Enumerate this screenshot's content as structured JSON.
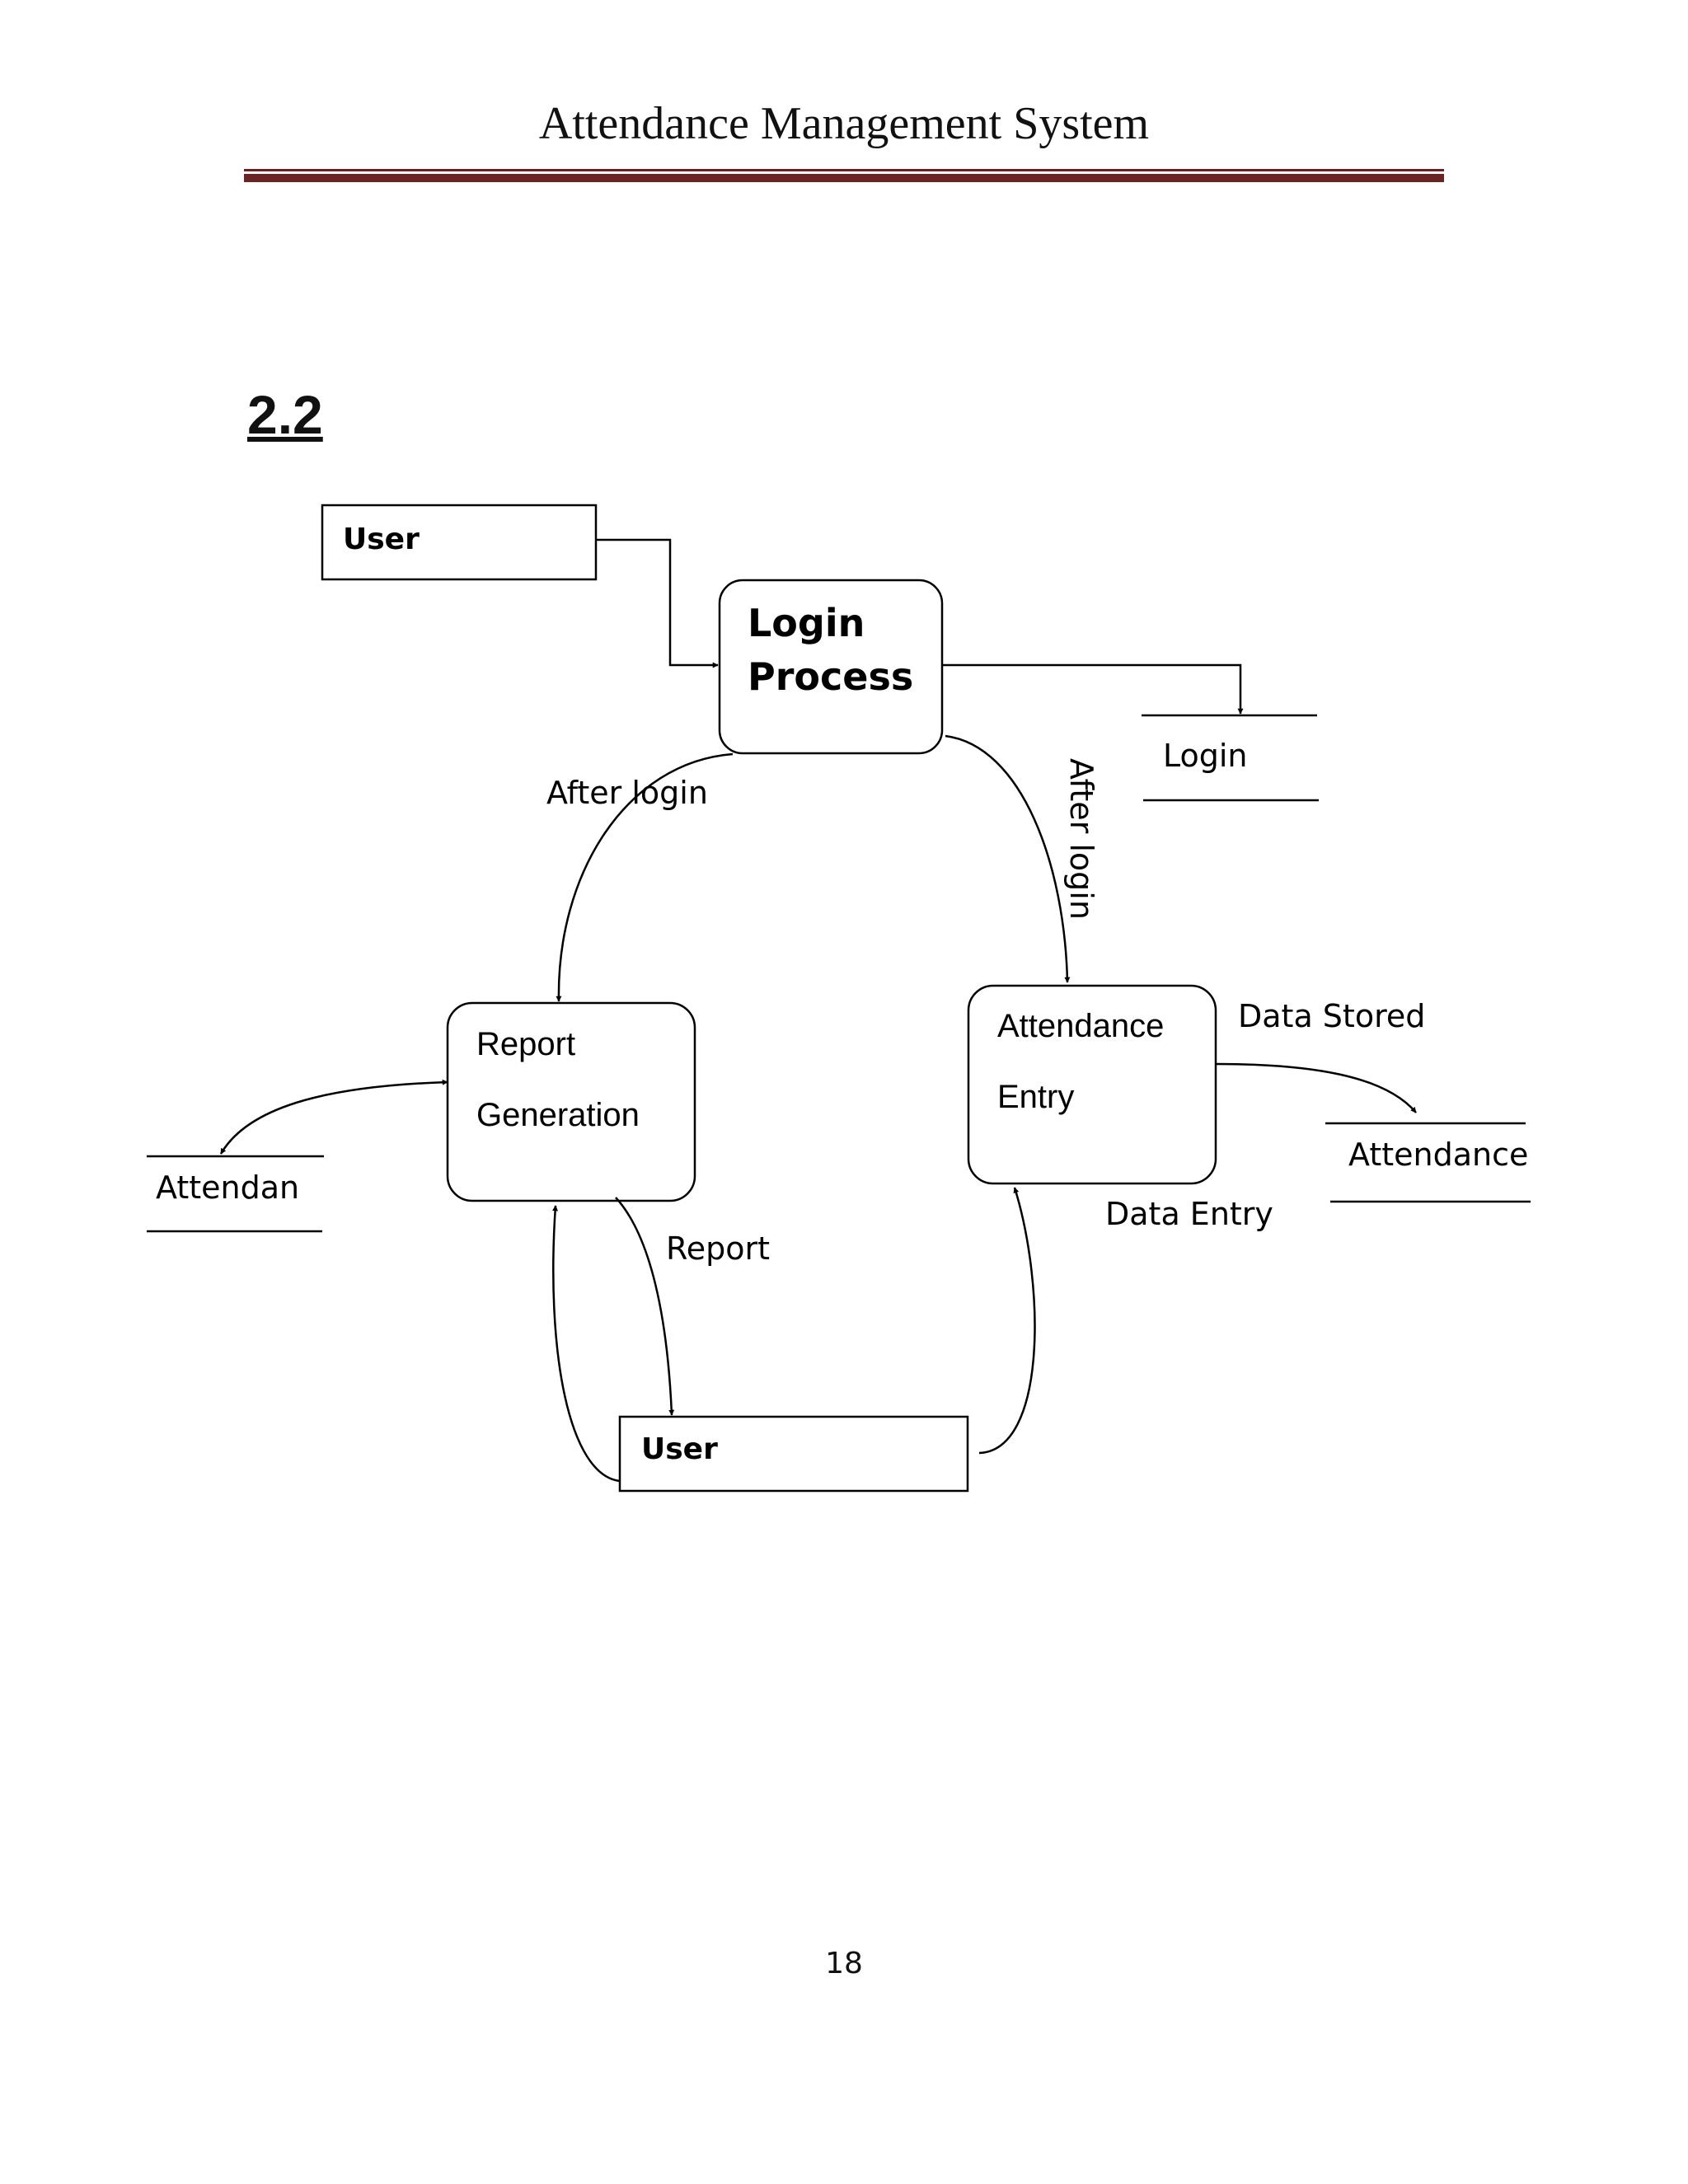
{
  "header": {
    "title": "Attendance Management System"
  },
  "section": {
    "number": "2.2"
  },
  "diagram": {
    "entities": {
      "user_top": "User",
      "user_bottom": "User"
    },
    "processes": {
      "login_line1": "Login",
      "login_line2": "Process",
      "report_line1": "Report",
      "report_line2": "Generation",
      "attendance_line1": "Attendance",
      "attendance_line2": "Entry"
    },
    "stores": {
      "login": "Login",
      "attendance": "Attendance",
      "attendan": "Attendan"
    },
    "flows": {
      "after_login_left": "After login",
      "after_login_right": "After login",
      "data_stored": "Data Stored",
      "data_entry": "Data Entry",
      "report": "Report"
    }
  },
  "footer": {
    "page_number": "18"
  }
}
